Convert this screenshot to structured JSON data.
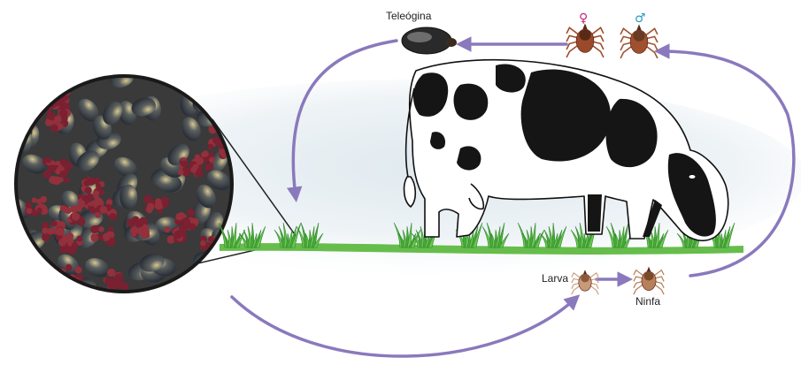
{
  "labels": {
    "female_tick": "Teleógina",
    "larva": "Larva",
    "nymph": "Ninfa"
  },
  "symbols": {
    "female": "♀",
    "male": "♂"
  },
  "colors": {
    "arrow": "#8a79bd",
    "grass": "#5ab544",
    "grass_dark": "#2f8a2a",
    "egg_mass": "#7a2030",
    "egg_shell": "#2f3540",
    "cow_spot": "#151515",
    "tick": "#8b3a22",
    "female_symbol": "#c2287a",
    "male_symbol": "#2a9bc4"
  },
  "icons": [
    "egg-cluster-zoom",
    "cow",
    "engorged-tick-icon",
    "adult-tick-icon",
    "larva-tick-icon",
    "nymph-tick-icon",
    "cycle-arrow"
  ]
}
